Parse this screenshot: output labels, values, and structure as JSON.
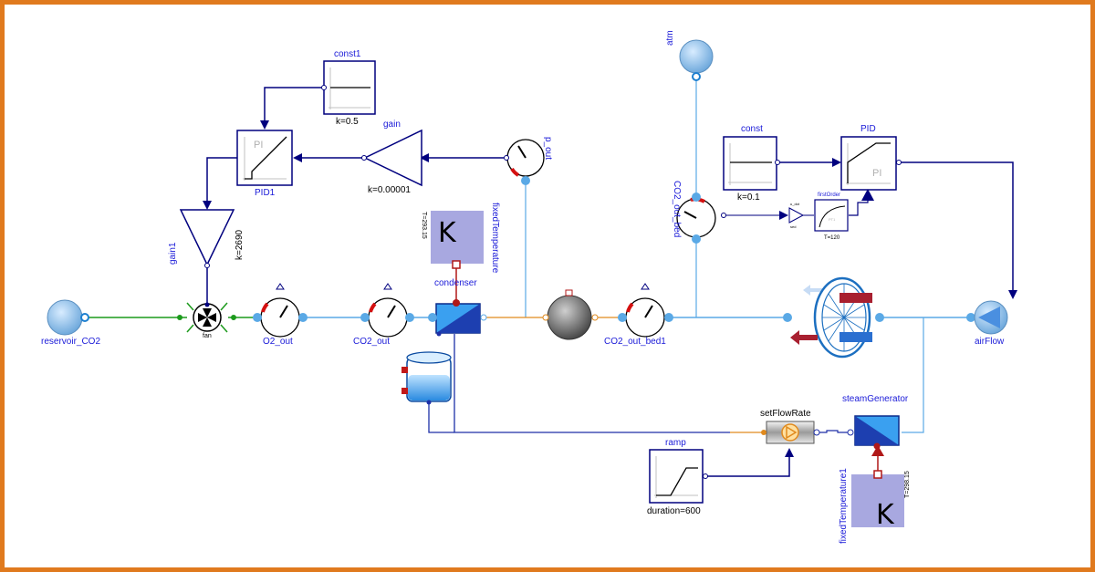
{
  "components": {
    "const1": {
      "name": "const1",
      "param": "k=0.5"
    },
    "gain": {
      "name": "gain",
      "param": "k=0.00001"
    },
    "pid1": {
      "name": "PID1",
      "block_text": "PI"
    },
    "gain1": {
      "name": "gain1",
      "param": "k=2690"
    },
    "p_out": {
      "name": "p_out"
    },
    "fixedTemperature": {
      "name": "fixedTemperature",
      "param": "T=293.15",
      "symbol": "K"
    },
    "condenser": {
      "name": "condenser"
    },
    "reservoir": {
      "name": "reservoir_CO2"
    },
    "fan": {
      "name": "fan"
    },
    "o2_out": {
      "name": "O2_out"
    },
    "co2_out": {
      "name": "CO2_out"
    },
    "co2_out_bed1": {
      "name": "CO2_out_bed1"
    },
    "atm": {
      "name": "atm"
    },
    "co2_out_bed": {
      "name": "CO2_out_bed"
    },
    "const": {
      "name": "const",
      "param": "k=0.1"
    },
    "pid": {
      "name": "PID",
      "block_text": "PI"
    },
    "firstOrder": {
      "name": "firstOrder",
      "param": "T=120",
      "inner_top": "u_dot",
      "inner_left": "sed"
    },
    "airFlow": {
      "name": "airFlow"
    },
    "setFlowRate": {
      "name": "setFlowRate"
    },
    "steamGenerator": {
      "name": "steamGenerator"
    },
    "ramp": {
      "name": "ramp",
      "param": "duration=600"
    },
    "fixedTemperature1": {
      "name": "fixedTemperature1",
      "param": "T=298.15",
      "symbol": "K"
    }
  },
  "colors": {
    "frame": "#e07a1e",
    "signal": "#00007f",
    "fluid": "#5aa9e6",
    "co2_line": "#1c9a1c",
    "heat": "#b01818",
    "label": "#1a1ad8",
    "orange_port": "#e08a1e"
  }
}
